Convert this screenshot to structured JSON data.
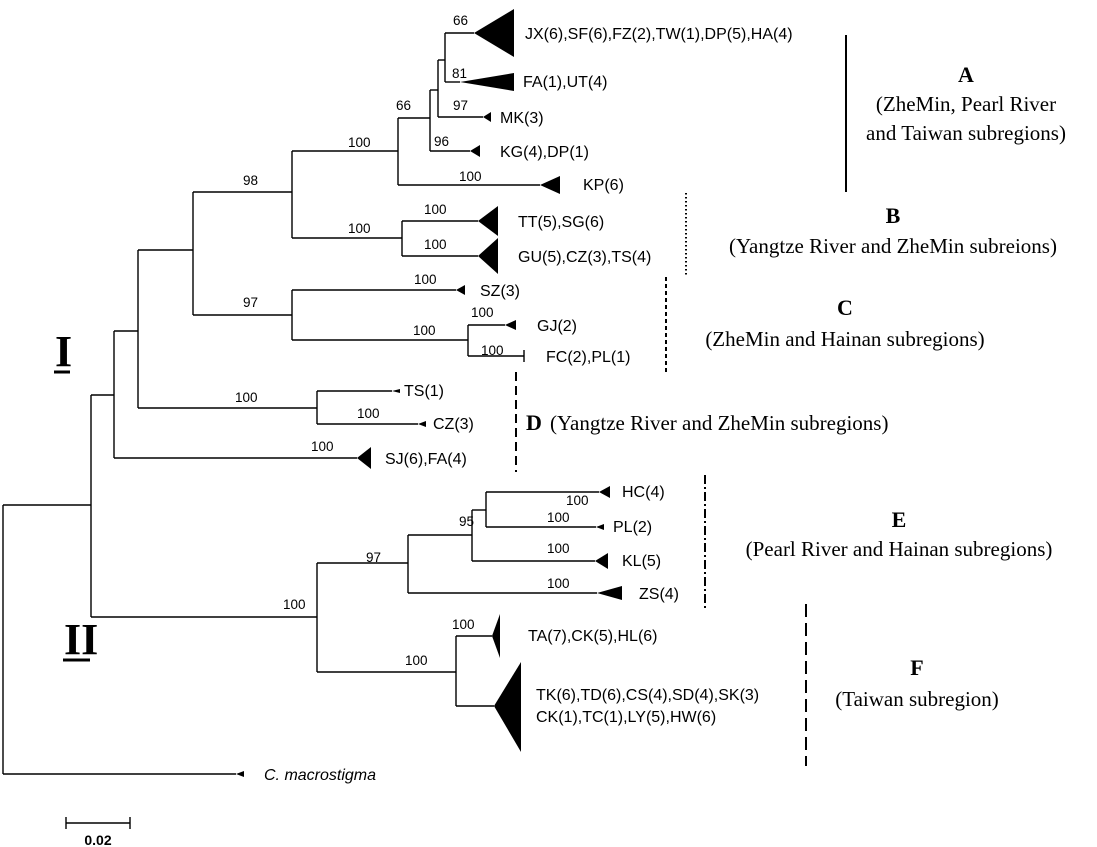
{
  "tree": {
    "leaves": {
      "jx": "JX(6),SF(6),FZ(2),TW(1),DP(5),HA(4)",
      "fa": "FA(1),UT(4)",
      "mk": "MK(3)",
      "kg": "KG(4),DP(1)",
      "kp": "KP(6)",
      "tt": "TT(5),SG(6)",
      "gu": "GU(5),CZ(3),TS(4)",
      "sz": "SZ(3)",
      "gj": "GJ(2)",
      "fc": "FC(2),PL(1)",
      "ts": "TS(1)",
      "cz": "CZ(3)",
      "sj": "SJ(6),FA(4)",
      "hc": "HC(4)",
      "pl": "PL(2)",
      "kl": "KL(5)",
      "zs": "ZS(4)",
      "ta": "TA(7),CK(5),HL(6)",
      "tk1": "TK(6),TD(6),CS(4),SD(4),SK(3)",
      "tk2": "CK(1),TC(1),LY(5),HW(6)",
      "outgroup": "C. macrostigma"
    },
    "bootstrap": [
      {
        "id": "n_jx",
        "value": "66"
      },
      {
        "id": "n_fa",
        "value": "81"
      },
      {
        "id": "n_mk",
        "value": "97"
      },
      {
        "id": "n_a_upper",
        "value": "66"
      },
      {
        "id": "n_kg",
        "value": "96"
      },
      {
        "id": "n_a",
        "value": "100"
      },
      {
        "id": "n_kp",
        "value": "100"
      },
      {
        "id": "n_ab",
        "value": "98"
      },
      {
        "id": "n_tt",
        "value": "100"
      },
      {
        "id": "n_gu",
        "value": "100"
      },
      {
        "id": "n_b",
        "value": "100"
      },
      {
        "id": "n_sz",
        "value": "100"
      },
      {
        "id": "n_gj",
        "value": "100"
      },
      {
        "id": "n_fc",
        "value": "100"
      },
      {
        "id": "n_gjfc",
        "value": "100"
      },
      {
        "id": "n_c",
        "value": "97"
      },
      {
        "id": "n_d",
        "value": "100"
      },
      {
        "id": "n_cz",
        "value": "100"
      },
      {
        "id": "n_sj",
        "value": "100"
      },
      {
        "id": "n_hc",
        "value": "100"
      },
      {
        "id": "n_pl",
        "value": "100"
      },
      {
        "id": "n_e_upper",
        "value": "95"
      },
      {
        "id": "n_kl",
        "value": "100"
      },
      {
        "id": "n_e",
        "value": "97"
      },
      {
        "id": "n_zs",
        "value": "100"
      },
      {
        "id": "n_ii",
        "value": "100"
      },
      {
        "id": "n_ta",
        "value": "100"
      },
      {
        "id": "n_f",
        "value": "100"
      }
    ]
  },
  "clades": {
    "I": "I",
    "II": "II"
  },
  "groups": {
    "A": {
      "letter": "A",
      "line1": "(ZheMin, Pearl River",
      "line2": "and Taiwan subregions)"
    },
    "B": {
      "letter": "B",
      "line1": "(Yangtze River and ZheMin subreions)"
    },
    "C": {
      "letter": "C",
      "line1": "(ZheMin and Hainan subregions)"
    },
    "D": {
      "letter": "D",
      "line1": "(Yangtze River and ZheMin subregions)"
    },
    "E": {
      "letter": "E",
      "line1": "(Pearl River and Hainan subregions)"
    },
    "F": {
      "letter": "F",
      "line1": "(Taiwan subregion)"
    }
  },
  "scale_bar": {
    "label": "0.02"
  }
}
